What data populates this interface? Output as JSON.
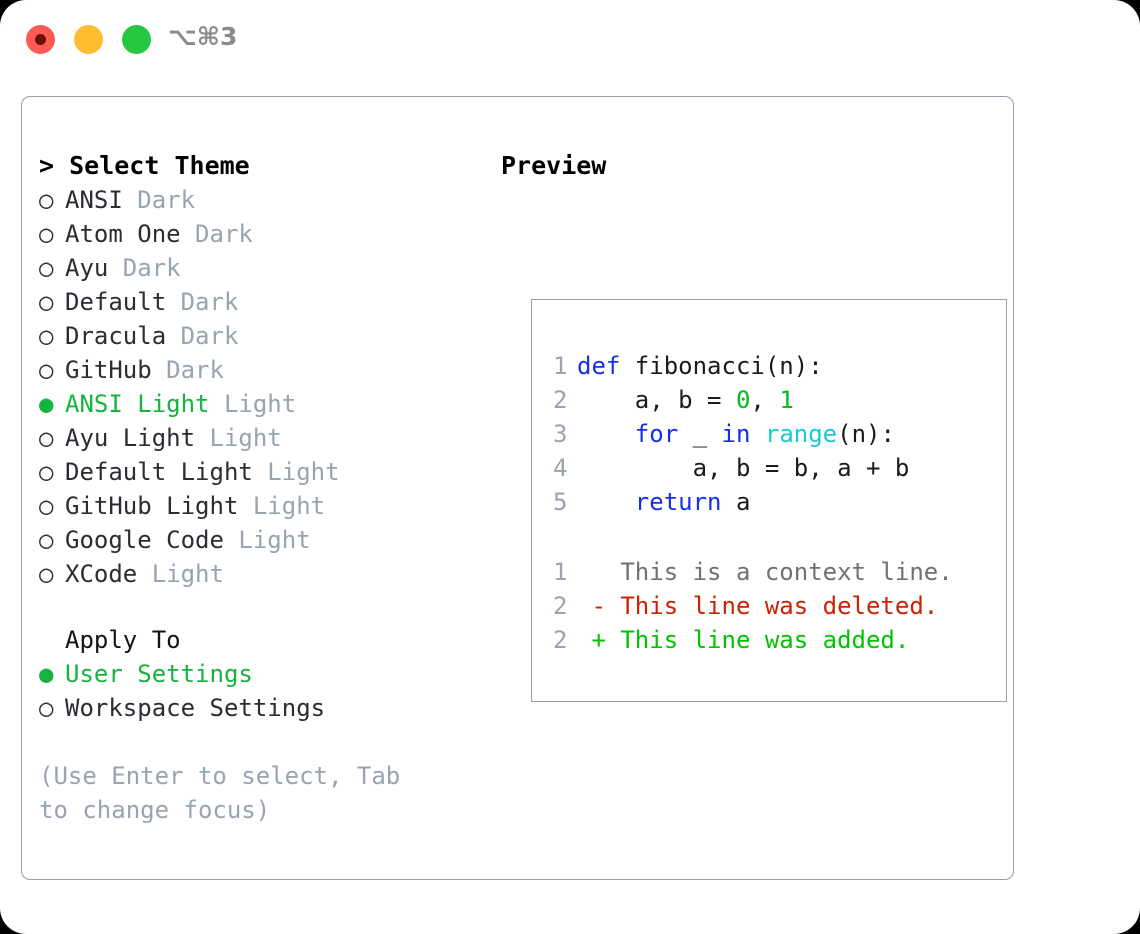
{
  "titlebar": {
    "shortcut": "⌥⌘3",
    "buttons": [
      {
        "name": "close",
        "color": "#fc5b54"
      },
      {
        "name": "minimize",
        "color": "#febc2e"
      },
      {
        "name": "maximize",
        "color": "#25c840"
      }
    ]
  },
  "theme_picker": {
    "heading": "> Select Theme",
    "bullet_unselected": "○",
    "bullet_selected": "●",
    "items": [
      {
        "name": "ANSI",
        "variant": "Dark",
        "selected": false
      },
      {
        "name": "Atom One",
        "variant": "Dark",
        "selected": false
      },
      {
        "name": "Ayu",
        "variant": "Dark",
        "selected": false
      },
      {
        "name": "Default",
        "variant": "Dark",
        "selected": false
      },
      {
        "name": "Dracula",
        "variant": "Dark",
        "selected": false
      },
      {
        "name": "GitHub",
        "variant": "Dark",
        "selected": false
      },
      {
        "name": "ANSI Light",
        "variant": "Light",
        "selected": true
      },
      {
        "name": "Ayu Light",
        "variant": "Light",
        "selected": false
      },
      {
        "name": "Default Light",
        "variant": "Light",
        "selected": false
      },
      {
        "name": "GitHub Light",
        "variant": "Light",
        "selected": false
      },
      {
        "name": "Google Code",
        "variant": "Light",
        "selected": false
      },
      {
        "name": "XCode",
        "variant": "Light",
        "selected": false
      }
    ]
  },
  "apply_to": {
    "heading": "Apply To",
    "options": [
      {
        "label": "User Settings",
        "selected": true
      },
      {
        "label": "Workspace Settings",
        "selected": false
      }
    ]
  },
  "hint": "(Use Enter to select, Tab to change focus)",
  "preview": {
    "heading": "Preview",
    "code_lines": [
      {
        "n": "1",
        "tokens": [
          {
            "t": "def ",
            "c": "kw"
          },
          {
            "t": "fibonacci(n):",
            "c": "plain"
          }
        ]
      },
      {
        "n": "2",
        "tokens": [
          {
            "t": "    a, b = ",
            "c": "plain"
          },
          {
            "t": "0",
            "c": "num"
          },
          {
            "t": ", ",
            "c": "plain"
          },
          {
            "t": "1",
            "c": "num"
          }
        ]
      },
      {
        "n": "3",
        "tokens": [
          {
            "t": "    ",
            "c": "plain"
          },
          {
            "t": "for",
            "c": "kw"
          },
          {
            "t": " _ ",
            "c": "plain"
          },
          {
            "t": "in",
            "c": "kw"
          },
          {
            "t": " ",
            "c": "plain"
          },
          {
            "t": "range",
            "c": "fn"
          },
          {
            "t": "(n):",
            "c": "plain"
          }
        ]
      },
      {
        "n": "4",
        "tokens": [
          {
            "t": "        a, b = b, a + b",
            "c": "plain"
          }
        ]
      },
      {
        "n": "5",
        "tokens": [
          {
            "t": "    ",
            "c": "plain"
          },
          {
            "t": "return",
            "c": "kw"
          },
          {
            "t": " a",
            "c": "plain"
          }
        ]
      }
    ],
    "diff_lines": [
      {
        "n": "1",
        "marker": "  ",
        "text": "This is a context line.",
        "kind": "ctx"
      },
      {
        "n": "2",
        "marker": "- ",
        "text": "This line was deleted.",
        "kind": "del"
      },
      {
        "n": "2",
        "marker": "+ ",
        "text": "This line was added.",
        "kind": "add"
      }
    ]
  },
  "colors": {
    "accent_green": "#16b33f",
    "muted": "#9aa3b0",
    "keyword_blue": "#1530e8",
    "function_cyan": "#1cc8d4",
    "number_green": "#00bb22",
    "diff_deleted": "#cc2200",
    "diff_added": "#00c400",
    "border": "#97a0ae"
  }
}
